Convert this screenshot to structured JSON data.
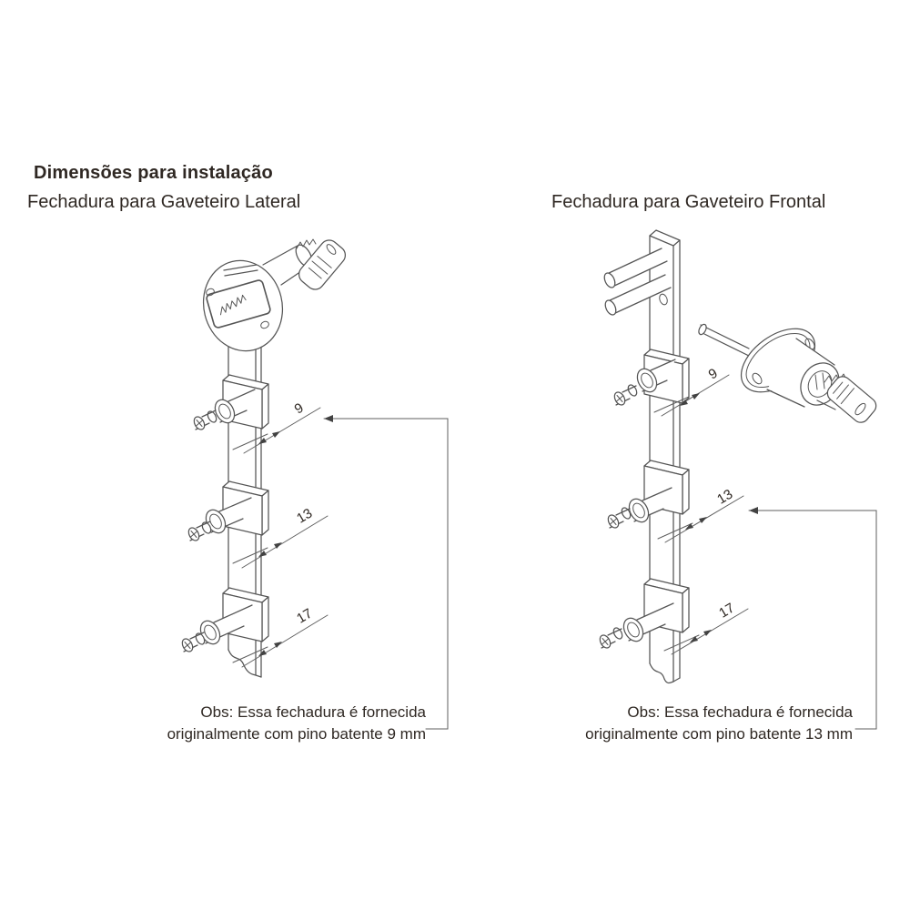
{
  "page": {
    "title": "Dimensões para instalação"
  },
  "left_diagram": {
    "subtitle": "Fechadura para Gaveteiro Lateral",
    "dimension_labels": [
      "9",
      "13",
      "17"
    ],
    "note_line1": "Obs: Essa fechadura é fornecida",
    "note_line2": "originalmente com pino batente 9 mm"
  },
  "right_diagram": {
    "subtitle": "Fechadura para Gaveteiro Frontal",
    "dimension_labels": [
      "9",
      "13",
      "17"
    ],
    "note_line1": "Obs: Essa fechadura é fornecida",
    "note_line2": "originalmente com pino batente 13 mm"
  },
  "colors": {
    "text": "#2f2823",
    "line": "#555555",
    "background": "#ffffff"
  }
}
